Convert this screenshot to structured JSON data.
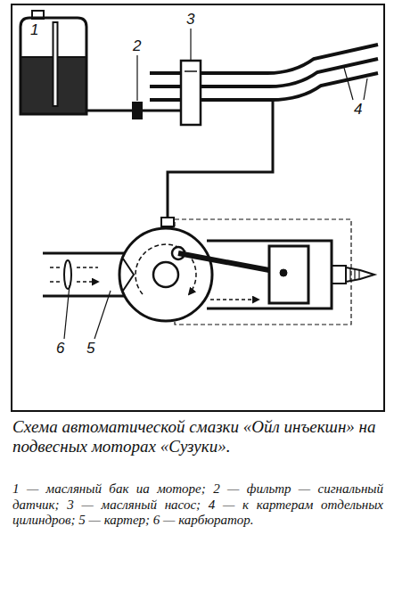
{
  "diagram": {
    "caption": "Схема автоматической смазки «Ойл инъекшн» на подвесных моторах «Сузуки».",
    "labels": [
      "1",
      "2",
      "3",
      "4",
      "6",
      "5",
      "1 — масляный бак иа моторе;",
      "2 — фильтр — сигнальный датчик;",
      "3 — масляный насос;",
      "4 — к картерам отдельных цилиндров;",
      "5 — картер;",
      "6 — карбюратор."
    ]
  }
}
